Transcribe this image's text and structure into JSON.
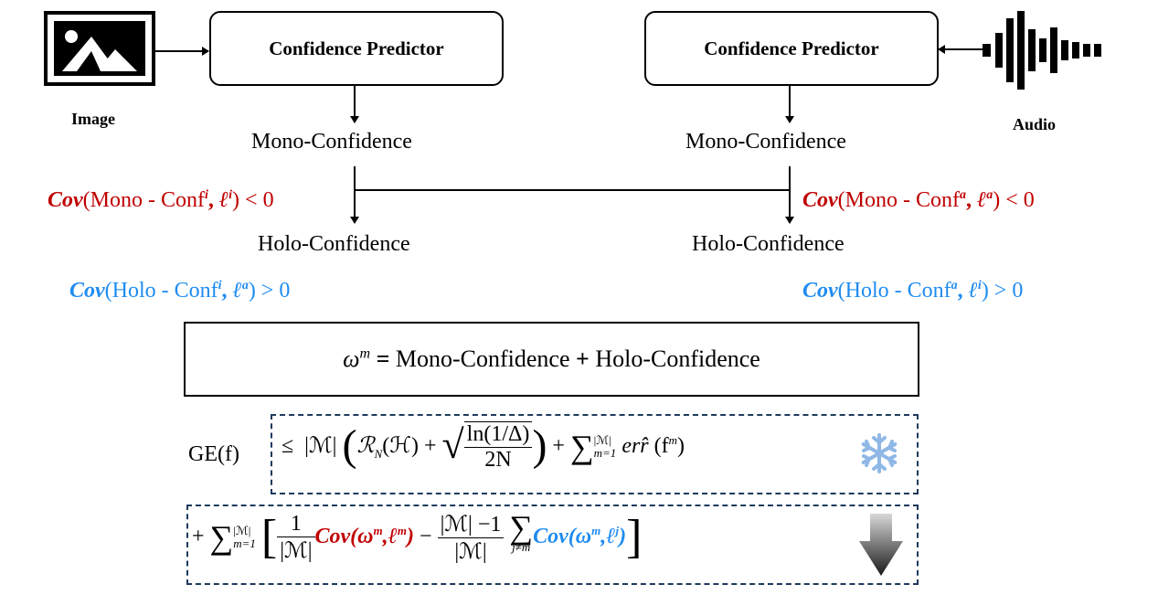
{
  "left": {
    "predictor_label": "Confidence Predictor",
    "modality_caption": "Image",
    "modality_icon": "image-icon",
    "mono_label": "Mono-Confidence",
    "holo_label": "Holo-Confidence",
    "cov_mono": {
      "cov": "Cov",
      "pre": "(Mono - Conf",
      "sup1": "i",
      "mid": ", ",
      "ell": "ℓ",
      "sup2": "i",
      "post": ") < 0"
    },
    "cov_holo": {
      "cov": "Cov",
      "pre": "(Holo - Conf",
      "sup1": "i",
      "mid": ", ",
      "ell": "ℓ",
      "sup2": "a",
      "post": ") > 0"
    }
  },
  "right": {
    "predictor_label": "Confidence Predictor",
    "modality_caption": "Audio",
    "modality_icon": "audio-waveform-icon",
    "mono_label": "Mono-Confidence",
    "holo_label": "Holo-Confidence",
    "cov_mono": {
      "cov": "Cov",
      "pre": "(Mono - Conf",
      "sup1": "a",
      "mid": ", ",
      "ell": "ℓ",
      "sup2": "a",
      "post": ") < 0"
    },
    "cov_holo": {
      "cov": "Cov",
      "pre": "(Holo - Conf",
      "sup1": "a",
      "mid": ", ",
      "ell": "ℓ",
      "sup2": "i",
      "post": ") > 0"
    }
  },
  "omega_equation": {
    "omega": "ω",
    "sup": "m",
    "eq": " = ",
    "mono": "Mono-Confidence",
    "plus": " + ",
    "holo": "Holo-Confidence"
  },
  "bound_line1": {
    "lhs": "GE(f)",
    "leq": "≤",
    "card": "|ℳ|",
    "rad": "ℛ",
    "rad_sub": "N",
    "rad_arg": "(ℋ)",
    "plus": "+",
    "sqrt_num": "ln(1/Δ)",
    "sqrt_den": "2N",
    "plus2": "+",
    "sum_sup": "|ℳ|",
    "sum_sub": "m=1",
    "err": "err̂",
    "err_arg": "(f",
    "err_sup": "m",
    "err_close": ")",
    "frozen_icon": "snowflake-icon"
  },
  "bound_line2": {
    "plus": "+",
    "sum_sup": "|ℳ|",
    "sum_sub": "m=1",
    "frac1_num": "1",
    "frac1_den": "|ℳ|",
    "cov1": "Cov(ω",
    "cov1_sup": "m",
    "cov1_mid": ",ℓ",
    "cov1_sup2": "m",
    "cov1_close": ")",
    "minus": "−",
    "frac2_num": "|ℳ| −1",
    "frac2_den": "|ℳ|",
    "inner_sum_sub": "j≠m",
    "cov2": "Cov(ω",
    "cov2_sup": "m",
    "cov2_mid": ",ℓ",
    "cov2_sup2": "j",
    "cov2_close": ")",
    "decrease_icon": "down-arrow-icon"
  },
  "colors": {
    "negative_cov": "#c00000",
    "positive_cov": "#1f8cf0",
    "dashed_border": "#1d3a5c"
  }
}
